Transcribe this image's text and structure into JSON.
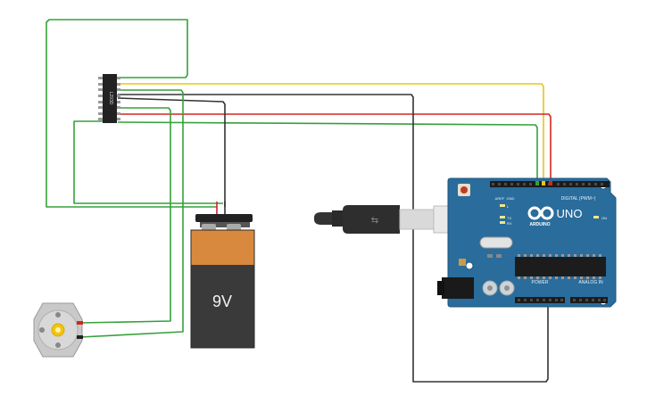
{
  "battery": {
    "label": "9V"
  },
  "chip": {
    "label": "L293D"
  },
  "arduino": {
    "logo_text": "ARDUINO",
    "model": "UNO",
    "digital_header": "DIGITAL (PWM~)",
    "power_header": "POWER",
    "analog_header": "ANALOG IN",
    "tx": "TX",
    "rx": "RX",
    "on": "ON",
    "l": "L",
    "aref": "AREF",
    "gnd": "GND"
  },
  "colors": {
    "wire_green": "#35a13a",
    "wire_yellow": "#e8c51b",
    "wire_red": "#d2261e",
    "wire_black": "#333333",
    "board_blue": "#2a6c9c",
    "battery_orange": "#d9893d",
    "battery_body": "#3a3a3a"
  }
}
